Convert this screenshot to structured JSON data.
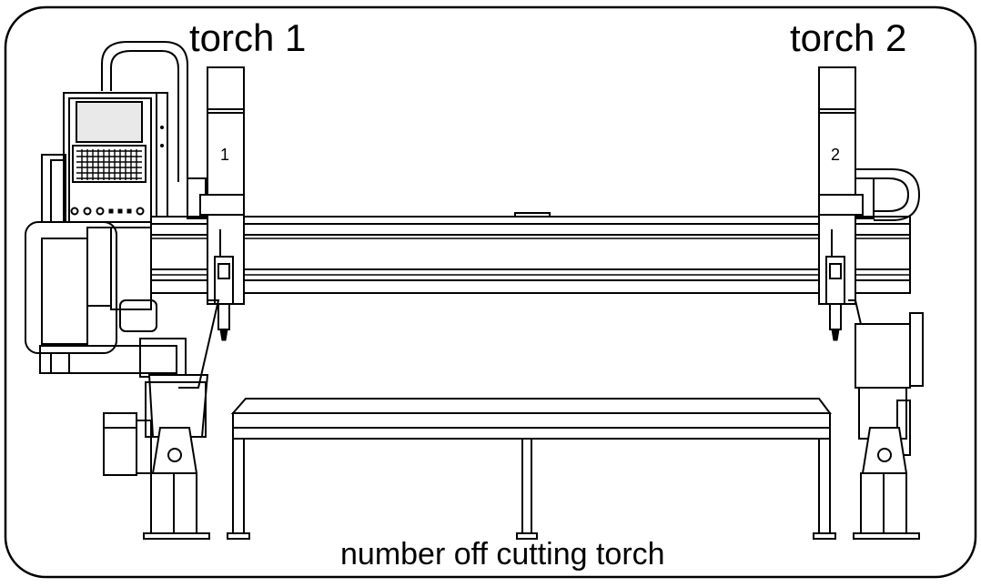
{
  "labels": {
    "torch1": "torch 1",
    "torch2": "torch 2",
    "number1": "1",
    "number2": "2",
    "caption": "number off cutting torch"
  },
  "icons": {
    "frame": "rounded-border",
    "machine": "gantry-cutting-machine-drawing"
  },
  "colors": {
    "line": "#000000",
    "background": "#ffffff"
  }
}
